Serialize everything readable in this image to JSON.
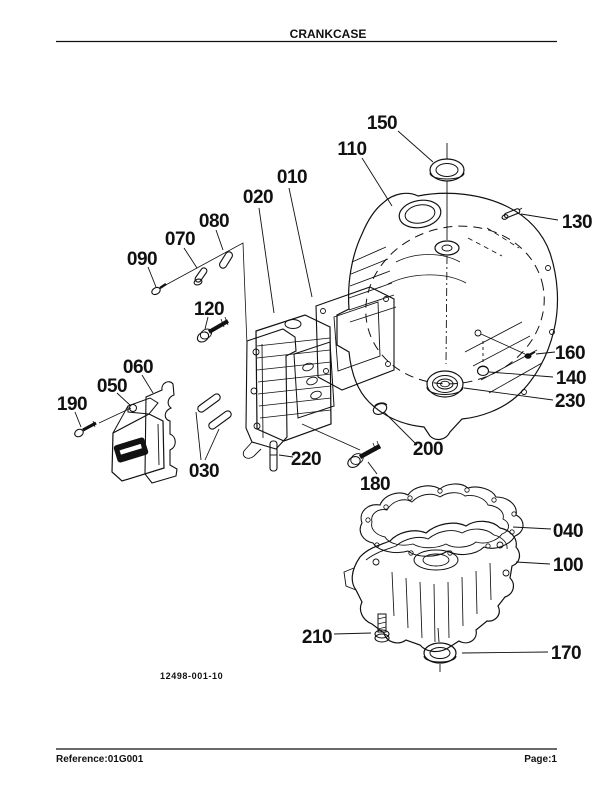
{
  "page": {
    "title": "CRANKCASE",
    "footer": {
      "reference": "Reference:01G001",
      "page": "Page:1"
    },
    "figure_code": "12498-001-10"
  },
  "colors": {
    "ink": "#111111",
    "paper": "#ffffff"
  },
  "diagram": {
    "description": "Exploded parts view of engine crankcase",
    "callouts": [
      {
        "label": "010"
      },
      {
        "label": "020"
      },
      {
        "label": "030"
      },
      {
        "label": "040"
      },
      {
        "label": "050"
      },
      {
        "label": "060"
      },
      {
        "label": "070"
      },
      {
        "label": "080"
      },
      {
        "label": "090"
      },
      {
        "label": "100"
      },
      {
        "label": "110"
      },
      {
        "label": "120"
      },
      {
        "label": "130"
      },
      {
        "label": "140"
      },
      {
        "label": "150"
      },
      {
        "label": "160"
      },
      {
        "label": "170"
      },
      {
        "label": "180"
      },
      {
        "label": "190"
      },
      {
        "label": "200"
      },
      {
        "label": "210"
      },
      {
        "label": "220"
      },
      {
        "label": "230"
      }
    ]
  }
}
